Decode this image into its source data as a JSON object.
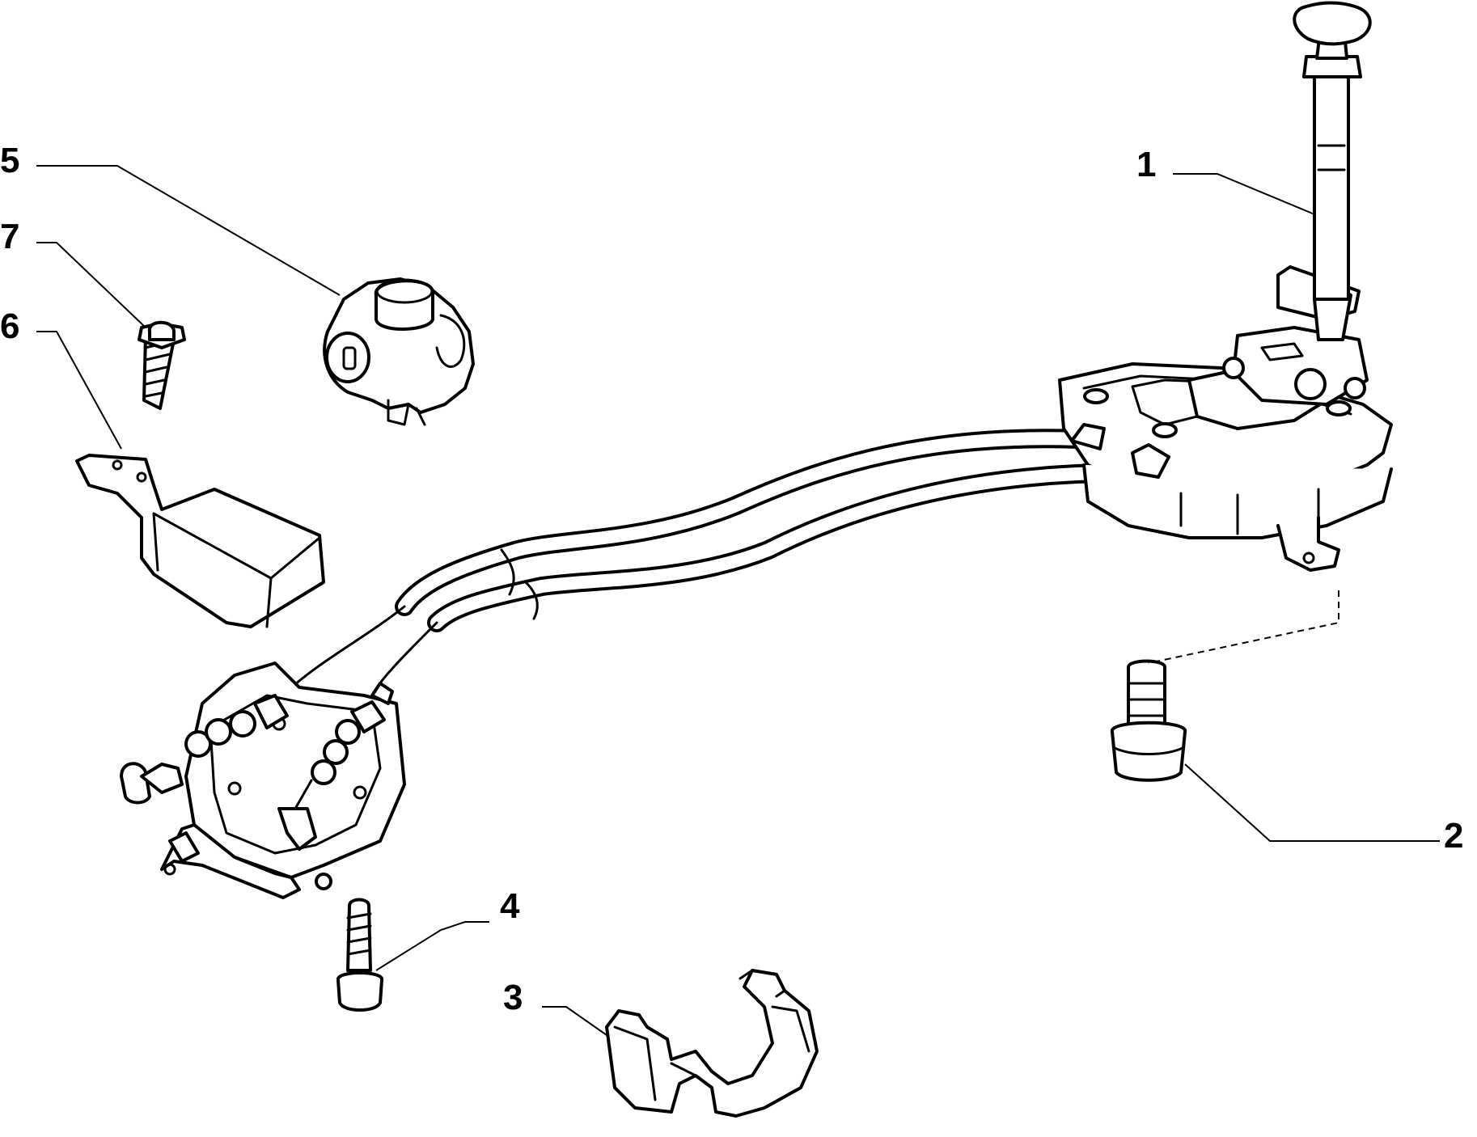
{
  "diagram": {
    "callouts": [
      {
        "id": "1",
        "label": "1"
      },
      {
        "id": "2",
        "label": "2"
      },
      {
        "id": "3",
        "label": "3"
      },
      {
        "id": "4",
        "label": "4"
      },
      {
        "id": "5",
        "label": "5"
      },
      {
        "id": "6",
        "label": "6"
      },
      {
        "id": "7",
        "label": "7"
      }
    ]
  },
  "colors": {
    "line": "#000000",
    "background": "#ffffff"
  }
}
